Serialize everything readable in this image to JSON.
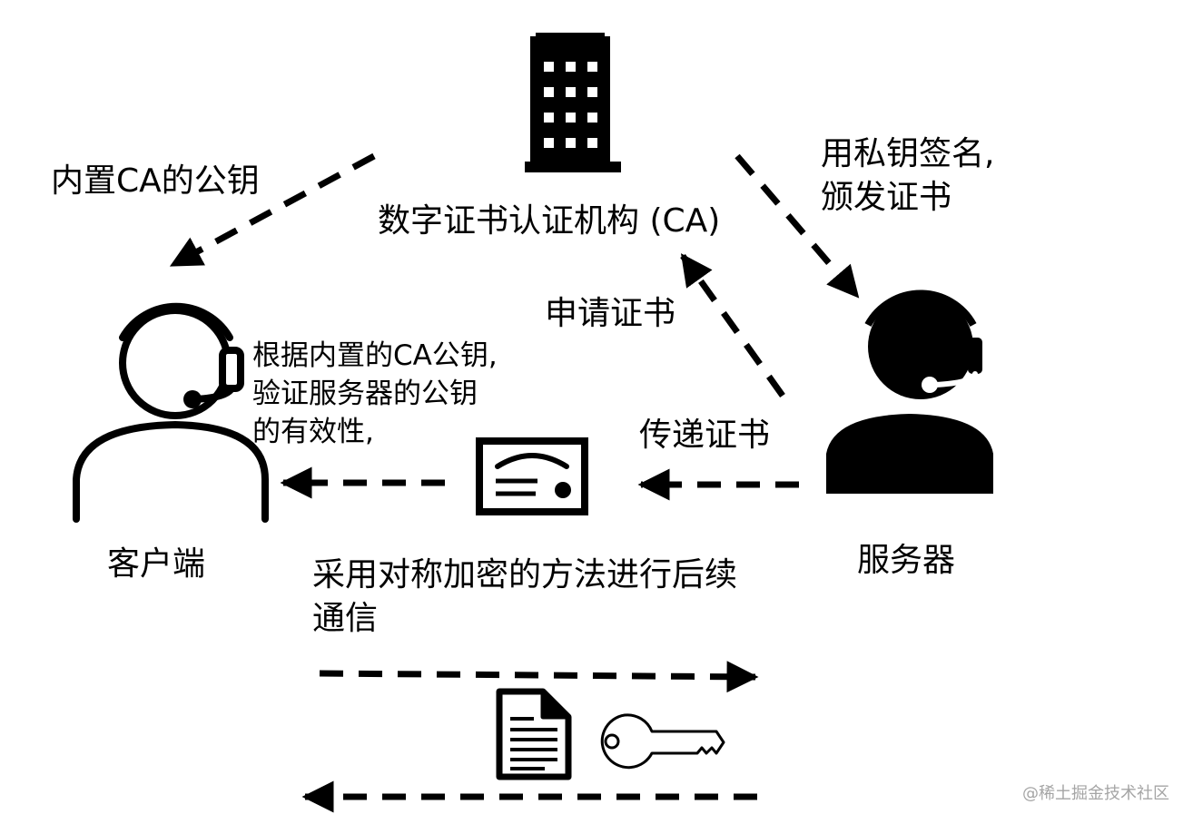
{
  "nodes": {
    "ca": {
      "label": "数字证书认证机构 (CA)",
      "icon": "office-building-icon"
    },
    "client": {
      "label": "客户端",
      "icon": "headset-user-outline-icon"
    },
    "server": {
      "label": "服务器",
      "icon": "headset-user-filled-icon"
    },
    "certificate": {
      "icon": "certificate-icon"
    },
    "document": {
      "icon": "document-icon"
    },
    "key": {
      "icon": "key-icon"
    }
  },
  "edges": {
    "ca_to_client": {
      "label": "内置CA的公钥"
    },
    "ca_to_server": {
      "label_line1": "用私钥签名,",
      "label_line2": "颁发证书"
    },
    "server_to_ca": {
      "label": "申请证书"
    },
    "server_to_client": {
      "label": "传递证书"
    },
    "symmetric": {
      "label_line1": "采用对称加密的方法进行后续",
      "label_line2": "通信"
    }
  },
  "notes": {
    "client_verify": {
      "line1": "根据内置的CA公钥,",
      "line2": "验证服务器的公钥",
      "line3": "的有效性,"
    }
  },
  "watermark": "@稀土掘金技术社区",
  "colors": {
    "ink": "#000000",
    "background": "#ffffff",
    "watermark": "#a5a5a5"
  }
}
